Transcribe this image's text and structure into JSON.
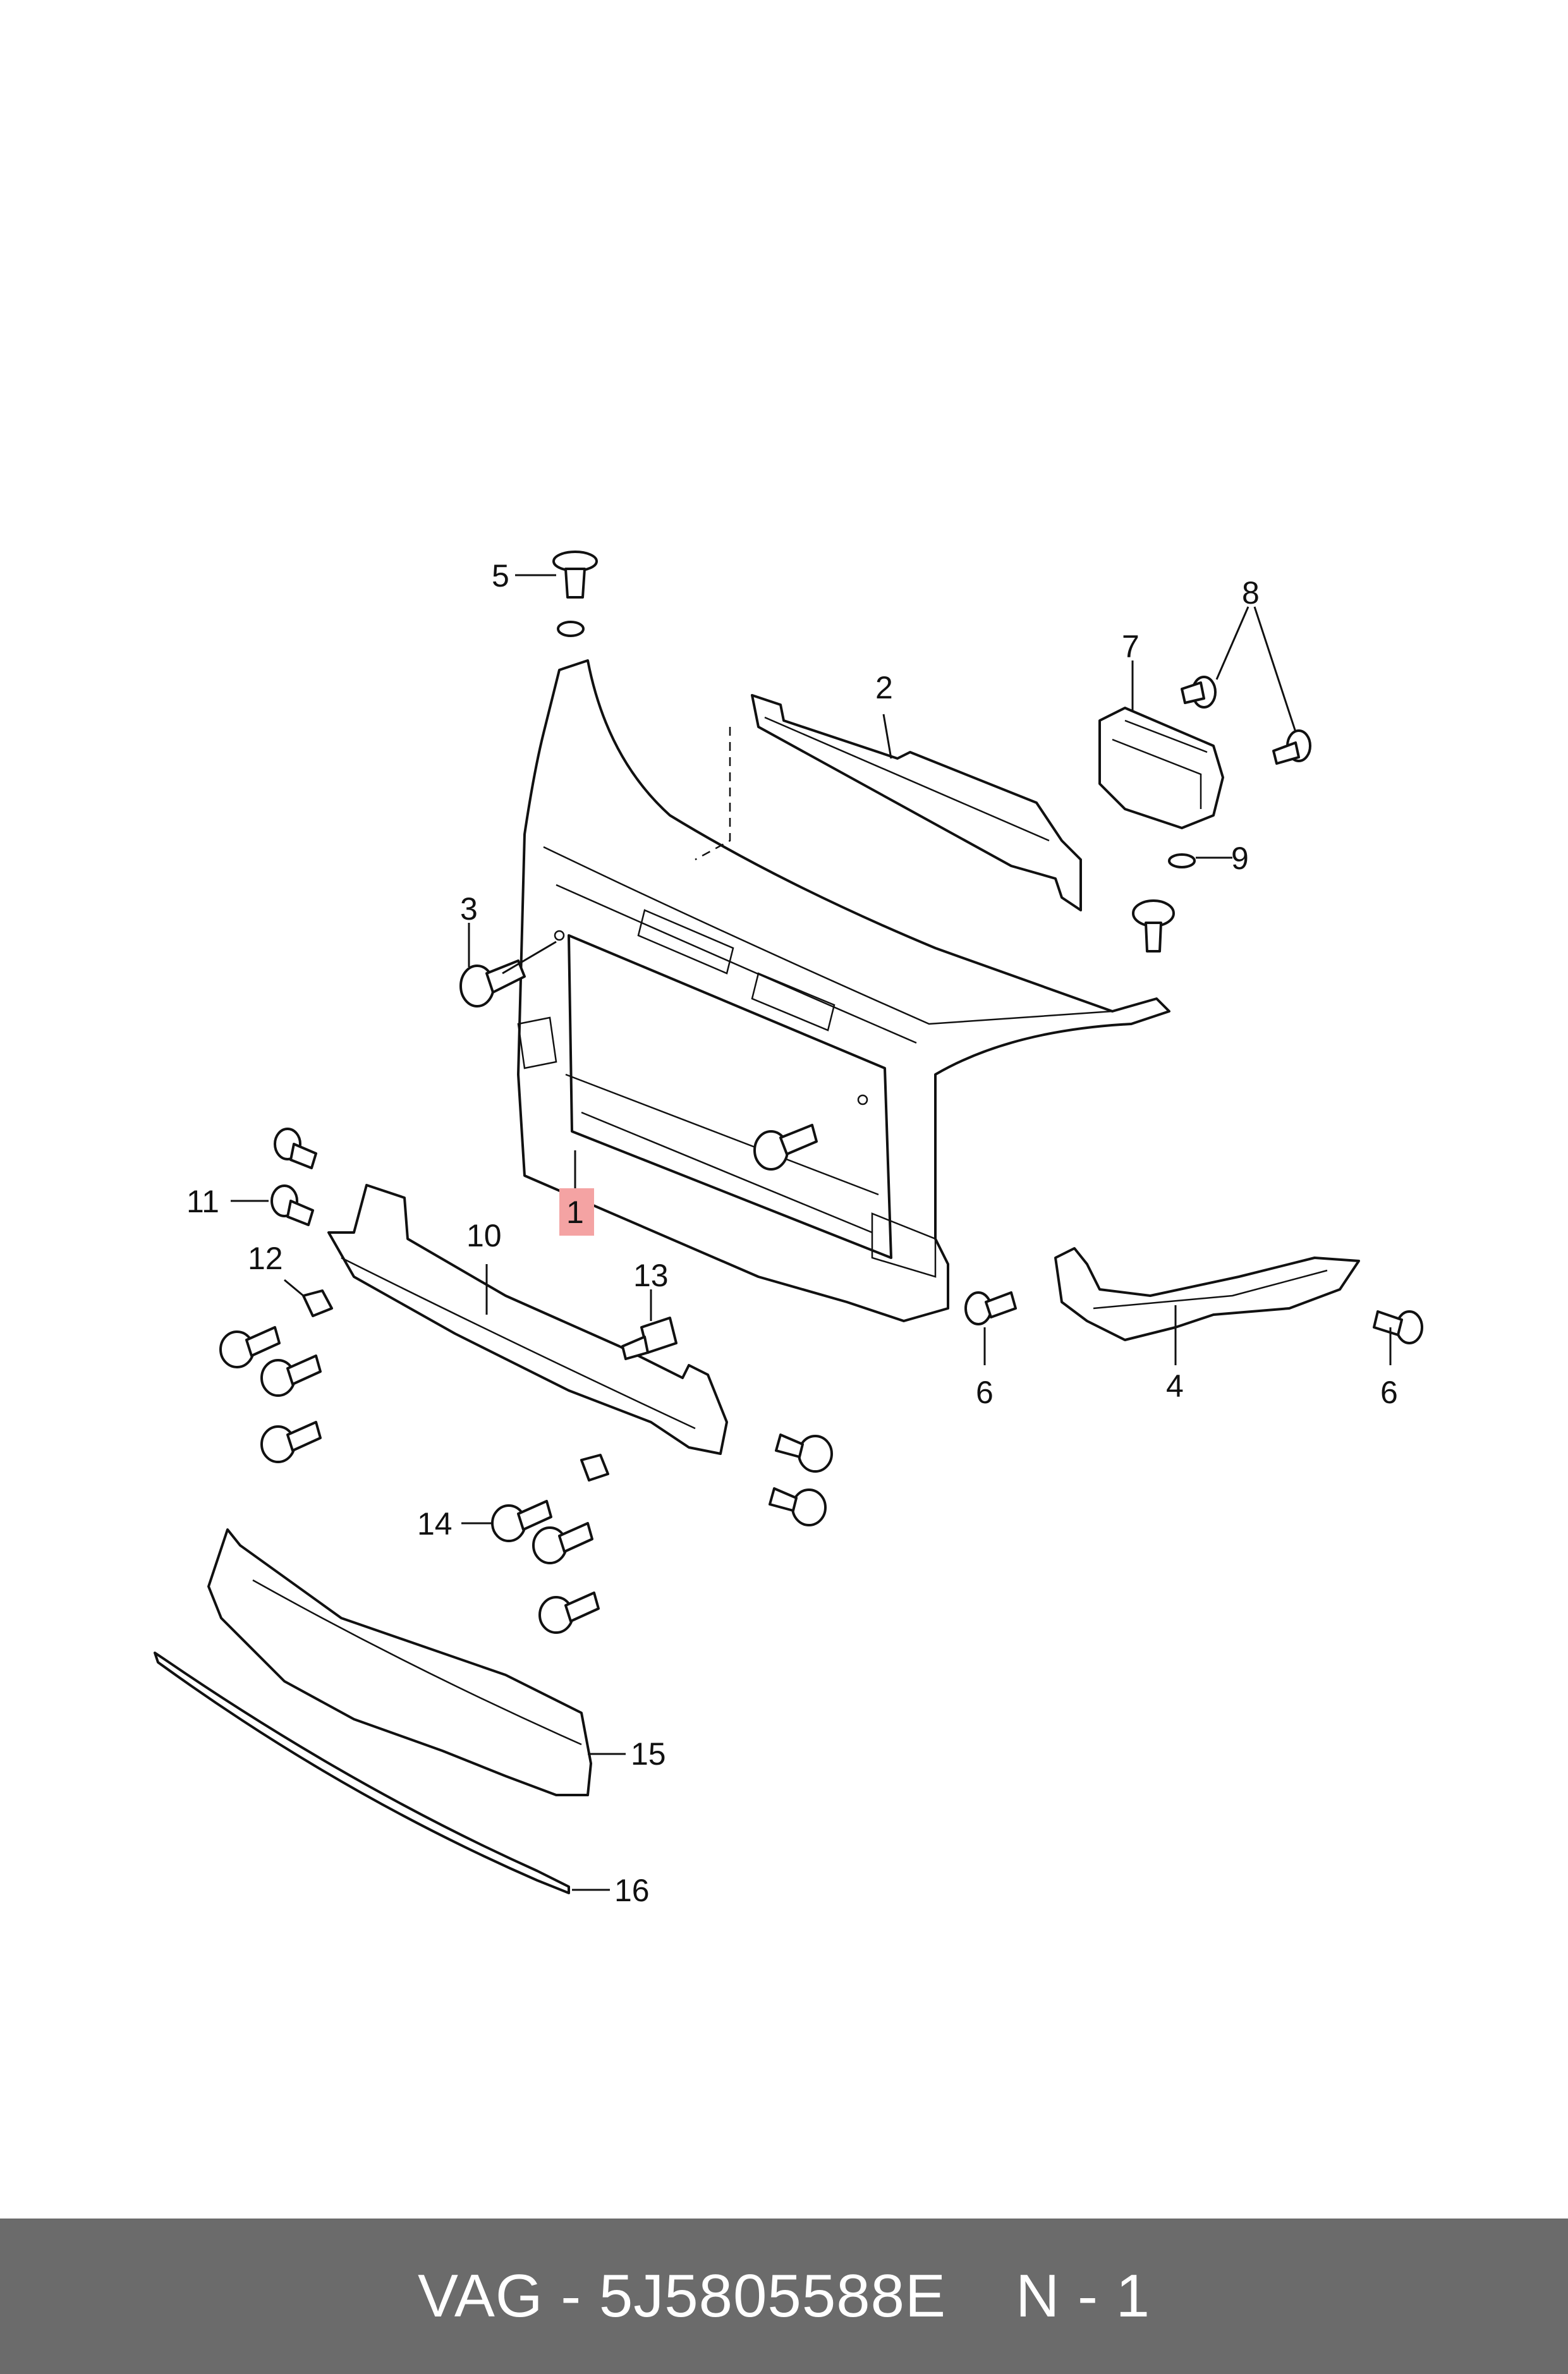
{
  "diagram": {
    "callouts": [
      {
        "id": "1",
        "label": "1",
        "highlight": true
      },
      {
        "id": "2",
        "label": "2"
      },
      {
        "id": "3",
        "label": "3"
      },
      {
        "id": "4",
        "label": "4"
      },
      {
        "id": "5",
        "label": "5"
      },
      {
        "id": "6a",
        "label": "6"
      },
      {
        "id": "6b",
        "label": "6"
      },
      {
        "id": "7",
        "label": "7"
      },
      {
        "id": "8",
        "label": "8"
      },
      {
        "id": "9",
        "label": "9"
      },
      {
        "id": "10",
        "label": "10"
      },
      {
        "id": "11",
        "label": "11"
      },
      {
        "id": "12",
        "label": "12"
      },
      {
        "id": "13",
        "label": "13"
      },
      {
        "id": "14",
        "label": "14"
      },
      {
        "id": "15",
        "label": "15"
      },
      {
        "id": "16",
        "label": "16"
      }
    ],
    "colors": {
      "line": "#111111",
      "highlight": "#f4a3a3",
      "background": "#ffffff"
    }
  },
  "footer": {
    "brand": "VAG",
    "separator": " - ",
    "part_number": "5J5805588E",
    "page": "N - 1",
    "background": "#6b6b6b",
    "text_color": "#ffffff"
  }
}
